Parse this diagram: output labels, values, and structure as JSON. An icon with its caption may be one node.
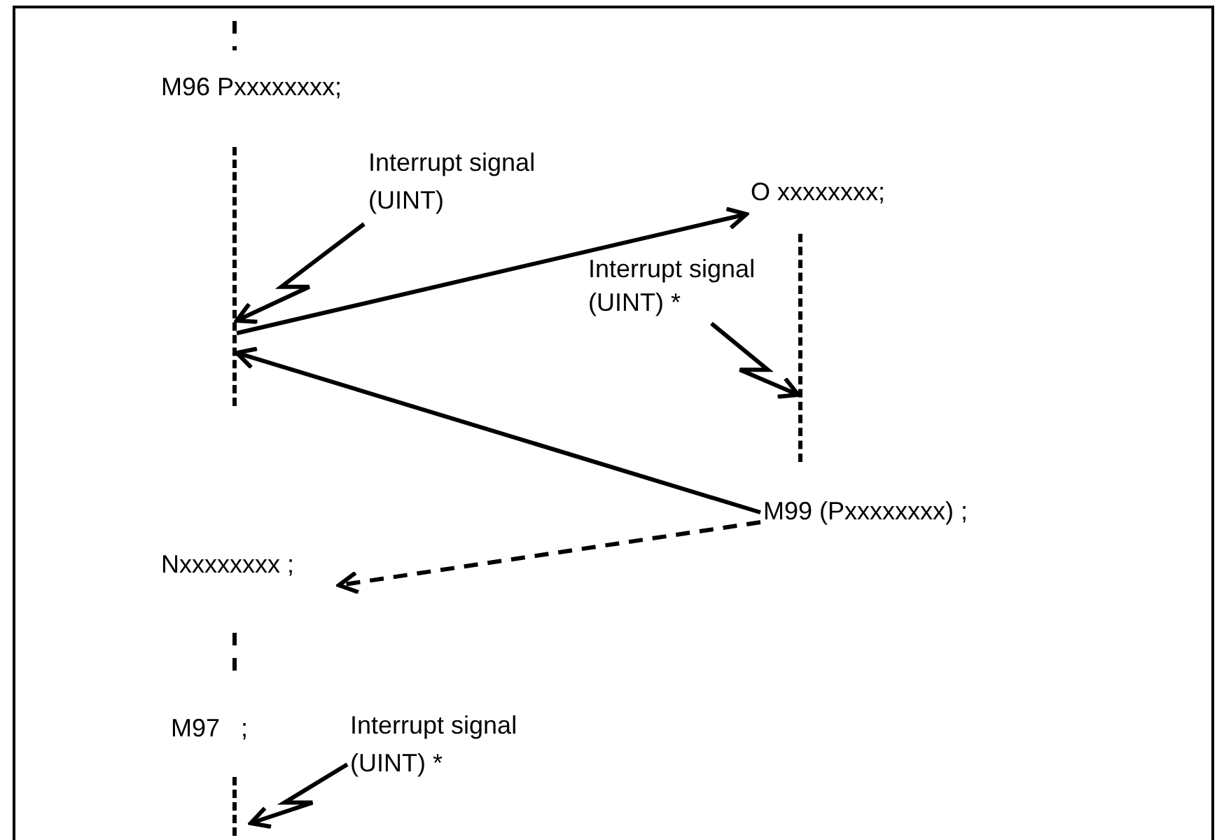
{
  "diagram": {
    "nodes": [
      {
        "text": [
          "M96 Pxxxxxxxx;"
        ]
      },
      {
        "text": [
          "Interrupt signal (UINT)"
        ]
      },
      {
        "text": [],
        "shape": "bar"
      },
      {
        "text": [
          "O xxxxxxxx;"
        ]
      },
      {
        "text": [
          "Interrupt signal (UINT) *"
        ]
      },
      {
        "text": [],
        "shape": "bar"
      },
      {
        "text": [
          "M99 (Pxxxxxxxx) ;"
        ]
      },
      {
        "text": [
          "Nxxxxxxxx ;"
        ]
      },
      {
        "text": [
          "M97   ;"
        ]
      },
      {
        "text": [
          "Interrupt signal (UINT) *"
        ]
      },
      {
        "text": [],
        "shape": "bar"
      }
    ],
    "edges": [
      {
        "from": 1,
        "to": 2,
        "arrow": "to"
      },
      {
        "from": 2,
        "to": 3,
        "arrow": "to"
      },
      {
        "from": 4,
        "to": 5,
        "arrow": "to"
      },
      {
        "from": 6,
        "to": 2,
        "arrow": "to"
      },
      {
        "from": 6,
        "to": 7,
        "arrow": "to",
        "style": "dashed"
      },
      {
        "from": 9,
        "to": 10,
        "arrow": "to"
      }
    ]
  }
}
